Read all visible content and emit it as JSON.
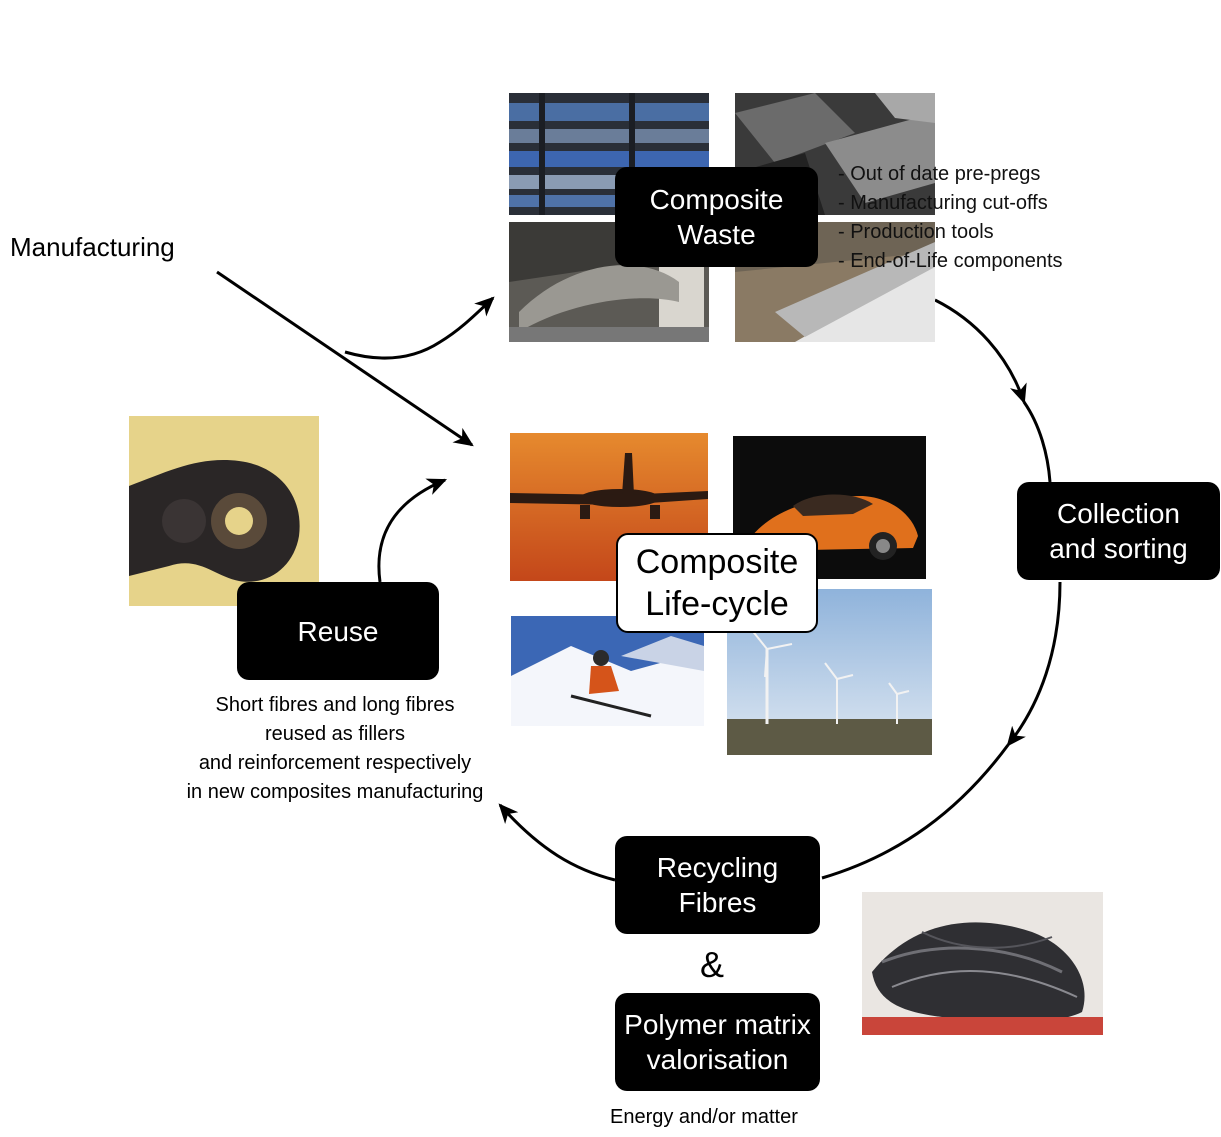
{
  "labels": {
    "manufacturing": "Manufacturing",
    "ampersand": "&",
    "energy": "Energy and/or matter"
  },
  "center": {
    "line1": "Composite",
    "line2": "Life-cycle"
  },
  "boxes": {
    "waste": {
      "line1": "Composite",
      "line2": "Waste"
    },
    "collection": {
      "line1": "Collection",
      "line2": "and sorting"
    },
    "recycling": {
      "line1": "Recycling",
      "line2": "Fibres"
    },
    "polymer": {
      "line1": "Polymer matrix",
      "line2": "valorisation"
    },
    "reuse": {
      "line1": "Reuse"
    }
  },
  "waste_items": [
    "- Out of date pre-pregs",
    "- Manufacturing cut-offs",
    "- Production tools",
    "- End-of-Life components"
  ],
  "reuse_description": [
    "Short fibres and long fibres",
    "reused as fillers",
    "and reinforcement respectively",
    "in new composites manufacturing"
  ],
  "colors": {
    "box_bg": "#000000",
    "box_text": "#ffffff",
    "arrow": "#000000"
  }
}
